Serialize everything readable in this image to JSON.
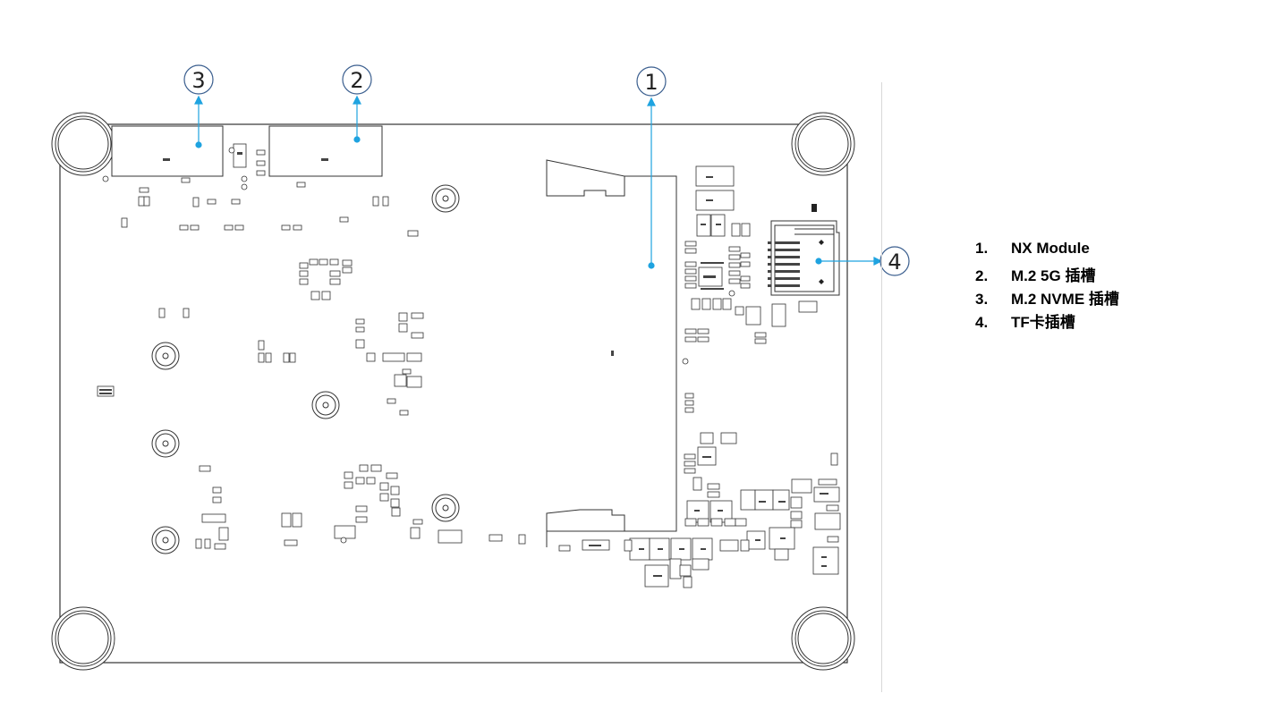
{
  "callouts": [
    "1",
    "2",
    "3",
    "4"
  ],
  "legend": [
    {
      "num": "1.",
      "text": "NX Module"
    },
    {
      "num": "2.",
      "text": "M.2 5G 插槽"
    },
    {
      "num": "3.",
      "text": "M.2 NVME 插槽"
    },
    {
      "num": "4.",
      "text": "TF卡插槽"
    }
  ],
  "colors": {
    "callout_line": "#1fa3e0",
    "callout_circle": "#3b5f8f",
    "outline": "#333333"
  }
}
